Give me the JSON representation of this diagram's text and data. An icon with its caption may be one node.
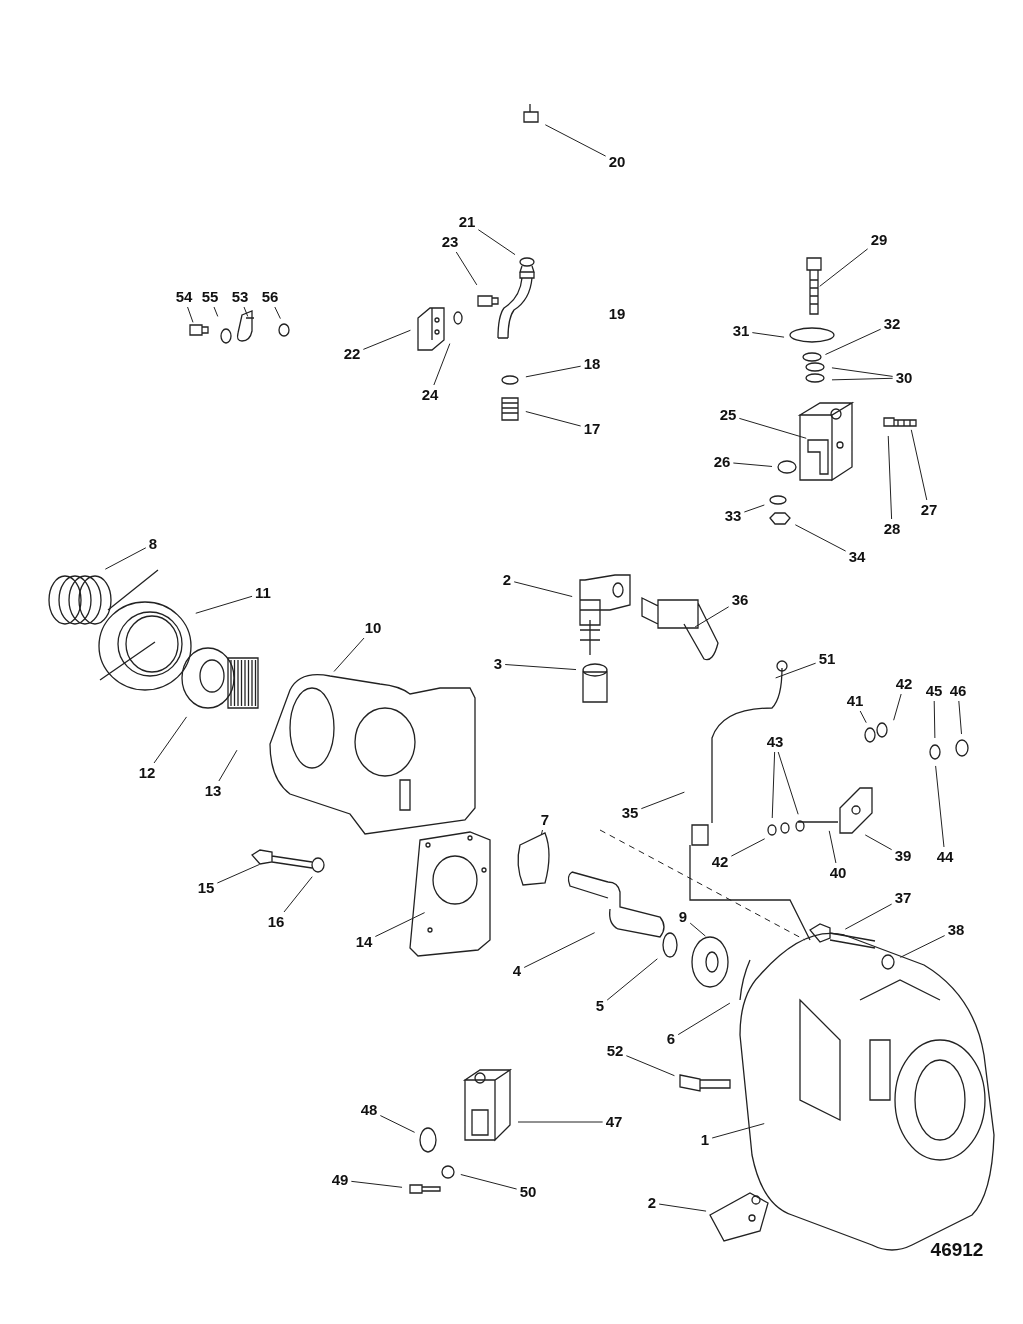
{
  "diagram": {
    "nodes": [
      {
        "text": [
          "20"
        ]
      },
      {
        "text": [
          "21"
        ]
      },
      {
        "text": [
          "23"
        ]
      },
      {
        "text": [
          "29"
        ]
      },
      {
        "text": [
          "54"
        ]
      },
      {
        "text": [
          "55"
        ]
      },
      {
        "text": [
          "53"
        ]
      },
      {
        "text": [
          "56"
        ]
      },
      {
        "text": [
          "31"
        ]
      },
      {
        "text": [
          "32"
        ]
      },
      {
        "text": [
          "22"
        ]
      },
      {
        "text": [
          "18"
        ]
      },
      {
        "text": [
          "30"
        ]
      },
      {
        "text": [
          "24"
        ]
      },
      {
        "text": [
          "25"
        ]
      },
      {
        "text": [
          "17"
        ]
      },
      {
        "text": [
          "26"
        ]
      },
      {
        "text": [
          "27"
        ]
      },
      {
        "text": [
          "33"
        ]
      },
      {
        "text": [
          "28"
        ]
      },
      {
        "text": [
          "8"
        ]
      },
      {
        "text": [
          "34"
        ]
      },
      {
        "text": [
          "2"
        ]
      },
      {
        "text": [
          "11"
        ]
      },
      {
        "text": [
          "36"
        ]
      },
      {
        "text": [
          "10"
        ]
      },
      {
        "text": [
          "51"
        ]
      },
      {
        "text": [
          "3"
        ]
      },
      {
        "text": [
          "42"
        ]
      },
      {
        "text": [
          "45"
        ]
      },
      {
        "text": [
          "46"
        ]
      },
      {
        "text": [
          "41"
        ]
      },
      {
        "text": [
          "43"
        ]
      },
      {
        "text": [
          "12"
        ]
      },
      {
        "text": [
          "13"
        ]
      },
      {
        "text": [
          "35"
        ]
      },
      {
        "text": [
          "7"
        ]
      },
      {
        "text": [
          "39"
        ]
      },
      {
        "text": [
          "44"
        ]
      },
      {
        "text": [
          "42"
        ]
      },
      {
        "text": [
          "40"
        ]
      },
      {
        "text": [
          "15"
        ]
      },
      {
        "text": [
          "37"
        ]
      },
      {
        "text": [
          "9"
        ]
      },
      {
        "text": [
          "16"
        ]
      },
      {
        "text": [
          "38"
        ]
      },
      {
        "text": [
          "14"
        ]
      },
      {
        "text": [
          "4"
        ]
      },
      {
        "text": [
          "5"
        ]
      },
      {
        "text": [
          "6"
        ]
      },
      {
        "text": [
          "52"
        ]
      },
      {
        "text": [
          "48"
        ]
      },
      {
        "text": [
          "47"
        ]
      },
      {
        "text": [
          "1"
        ]
      },
      {
        "text": [
          "49"
        ]
      },
      {
        "text": [
          "50"
        ]
      },
      {
        "text": [
          "2"
        ]
      }
    ],
    "edges": [
      {
        "from": 0,
        "to": null,
        "arrow": "none"
      },
      {
        "from": 1,
        "to": null,
        "arrow": "none"
      },
      {
        "from": 2,
        "to": null,
        "arrow": "none"
      },
      {
        "from": 3,
        "to": null,
        "arrow": "none"
      },
      {
        "from": 4,
        "to": null,
        "arrow": "none"
      },
      {
        "from": 5,
        "to": null,
        "arrow": "none"
      },
      {
        "from": 6,
        "to": null,
        "arrow": "none"
      },
      {
        "from": 7,
        "to": null,
        "arrow": "none"
      },
      {
        "from": 8,
        "to": null,
        "arrow": "none"
      },
      {
        "from": 9,
        "to": null,
        "arrow": "none"
      },
      {
        "from": 10,
        "to": null,
        "arrow": "none"
      },
      {
        "from": 11,
        "to": null,
        "arrow": "none"
      },
      {
        "from": 12,
        "to": null,
        "arrow": "none"
      },
      {
        "from": 12,
        "to": null,
        "arrow": "none"
      },
      {
        "from": 13,
        "to": null,
        "arrow": "none"
      },
      {
        "from": 14,
        "to": null,
        "arrow": "none"
      },
      {
        "from": 15,
        "to": null,
        "arrow": "none"
      },
      {
        "from": 16,
        "to": null,
        "arrow": "none"
      },
      {
        "from": 17,
        "to": null,
        "arrow": "none"
      },
      {
        "from": 18,
        "to": null,
        "arrow": "none"
      },
      {
        "from": 19,
        "to": null,
        "arrow": "none"
      },
      {
        "from": 20,
        "to": null,
        "arrow": "none"
      },
      {
        "from": 21,
        "to": null,
        "arrow": "none"
      },
      {
        "from": 22,
        "to": null,
        "arrow": "none"
      },
      {
        "from": 23,
        "to": null,
        "arrow": "none"
      },
      {
        "from": 24,
        "to": null,
        "arrow": "none"
      },
      {
        "from": 25,
        "to": null,
        "arrow": "none"
      },
      {
        "from": 26,
        "to": null,
        "arrow": "none"
      },
      {
        "from": 27,
        "to": null,
        "arrow": "none"
      },
      {
        "from": 28,
        "to": null,
        "arrow": "none"
      },
      {
        "from": 29,
        "to": null,
        "arrow": "none"
      },
      {
        "from": 30,
        "to": null,
        "arrow": "none"
      },
      {
        "from": 31,
        "to": null,
        "arrow": "none"
      },
      {
        "from": 32,
        "to": null,
        "arrow": "none"
      },
      {
        "from": 32,
        "to": null,
        "arrow": "none"
      },
      {
        "from": 33,
        "to": null,
        "arrow": "none"
      },
      {
        "from": 34,
        "to": null,
        "arrow": "none"
      },
      {
        "from": 35,
        "to": null,
        "arrow": "none"
      },
      {
        "from": 36,
        "to": null,
        "arrow": "none"
      },
      {
        "from": 37,
        "to": null,
        "arrow": "none"
      },
      {
        "from": 38,
        "to": null,
        "arrow": "none"
      },
      {
        "from": 39,
        "to": null,
        "arrow": "none"
      },
      {
        "from": 40,
        "to": null,
        "arrow": "none"
      },
      {
        "from": 41,
        "to": null,
        "arrow": "none"
      },
      {
        "from": 42,
        "to": null,
        "arrow": "none"
      },
      {
        "from": 43,
        "to": null,
        "arrow": "none"
      },
      {
        "from": 44,
        "to": null,
        "arrow": "none"
      },
      {
        "from": 45,
        "to": null,
        "arrow": "none"
      },
      {
        "from": 46,
        "to": null,
        "arrow": "none"
      },
      {
        "from": 47,
        "to": null,
        "arrow": "none"
      },
      {
        "from": 48,
        "to": null,
        "arrow": "none"
      },
      {
        "from": 49,
        "to": null,
        "arrow": "none"
      },
      {
        "from": 50,
        "to": null,
        "arrow": "none"
      },
      {
        "from": 51,
        "to": null,
        "arrow": "none"
      },
      {
        "from": 52,
        "to": null,
        "arrow": "none"
      },
      {
        "from": 53,
        "to": null,
        "arrow": "none"
      },
      {
        "from": 54,
        "to": null,
        "arrow": "none"
      },
      {
        "from": 55,
        "to": null,
        "arrow": "none"
      },
      {
        "from": 56,
        "to": null,
        "arrow": "none"
      }
    ],
    "labels": [
      "19",
      "46912"
    ]
  }
}
